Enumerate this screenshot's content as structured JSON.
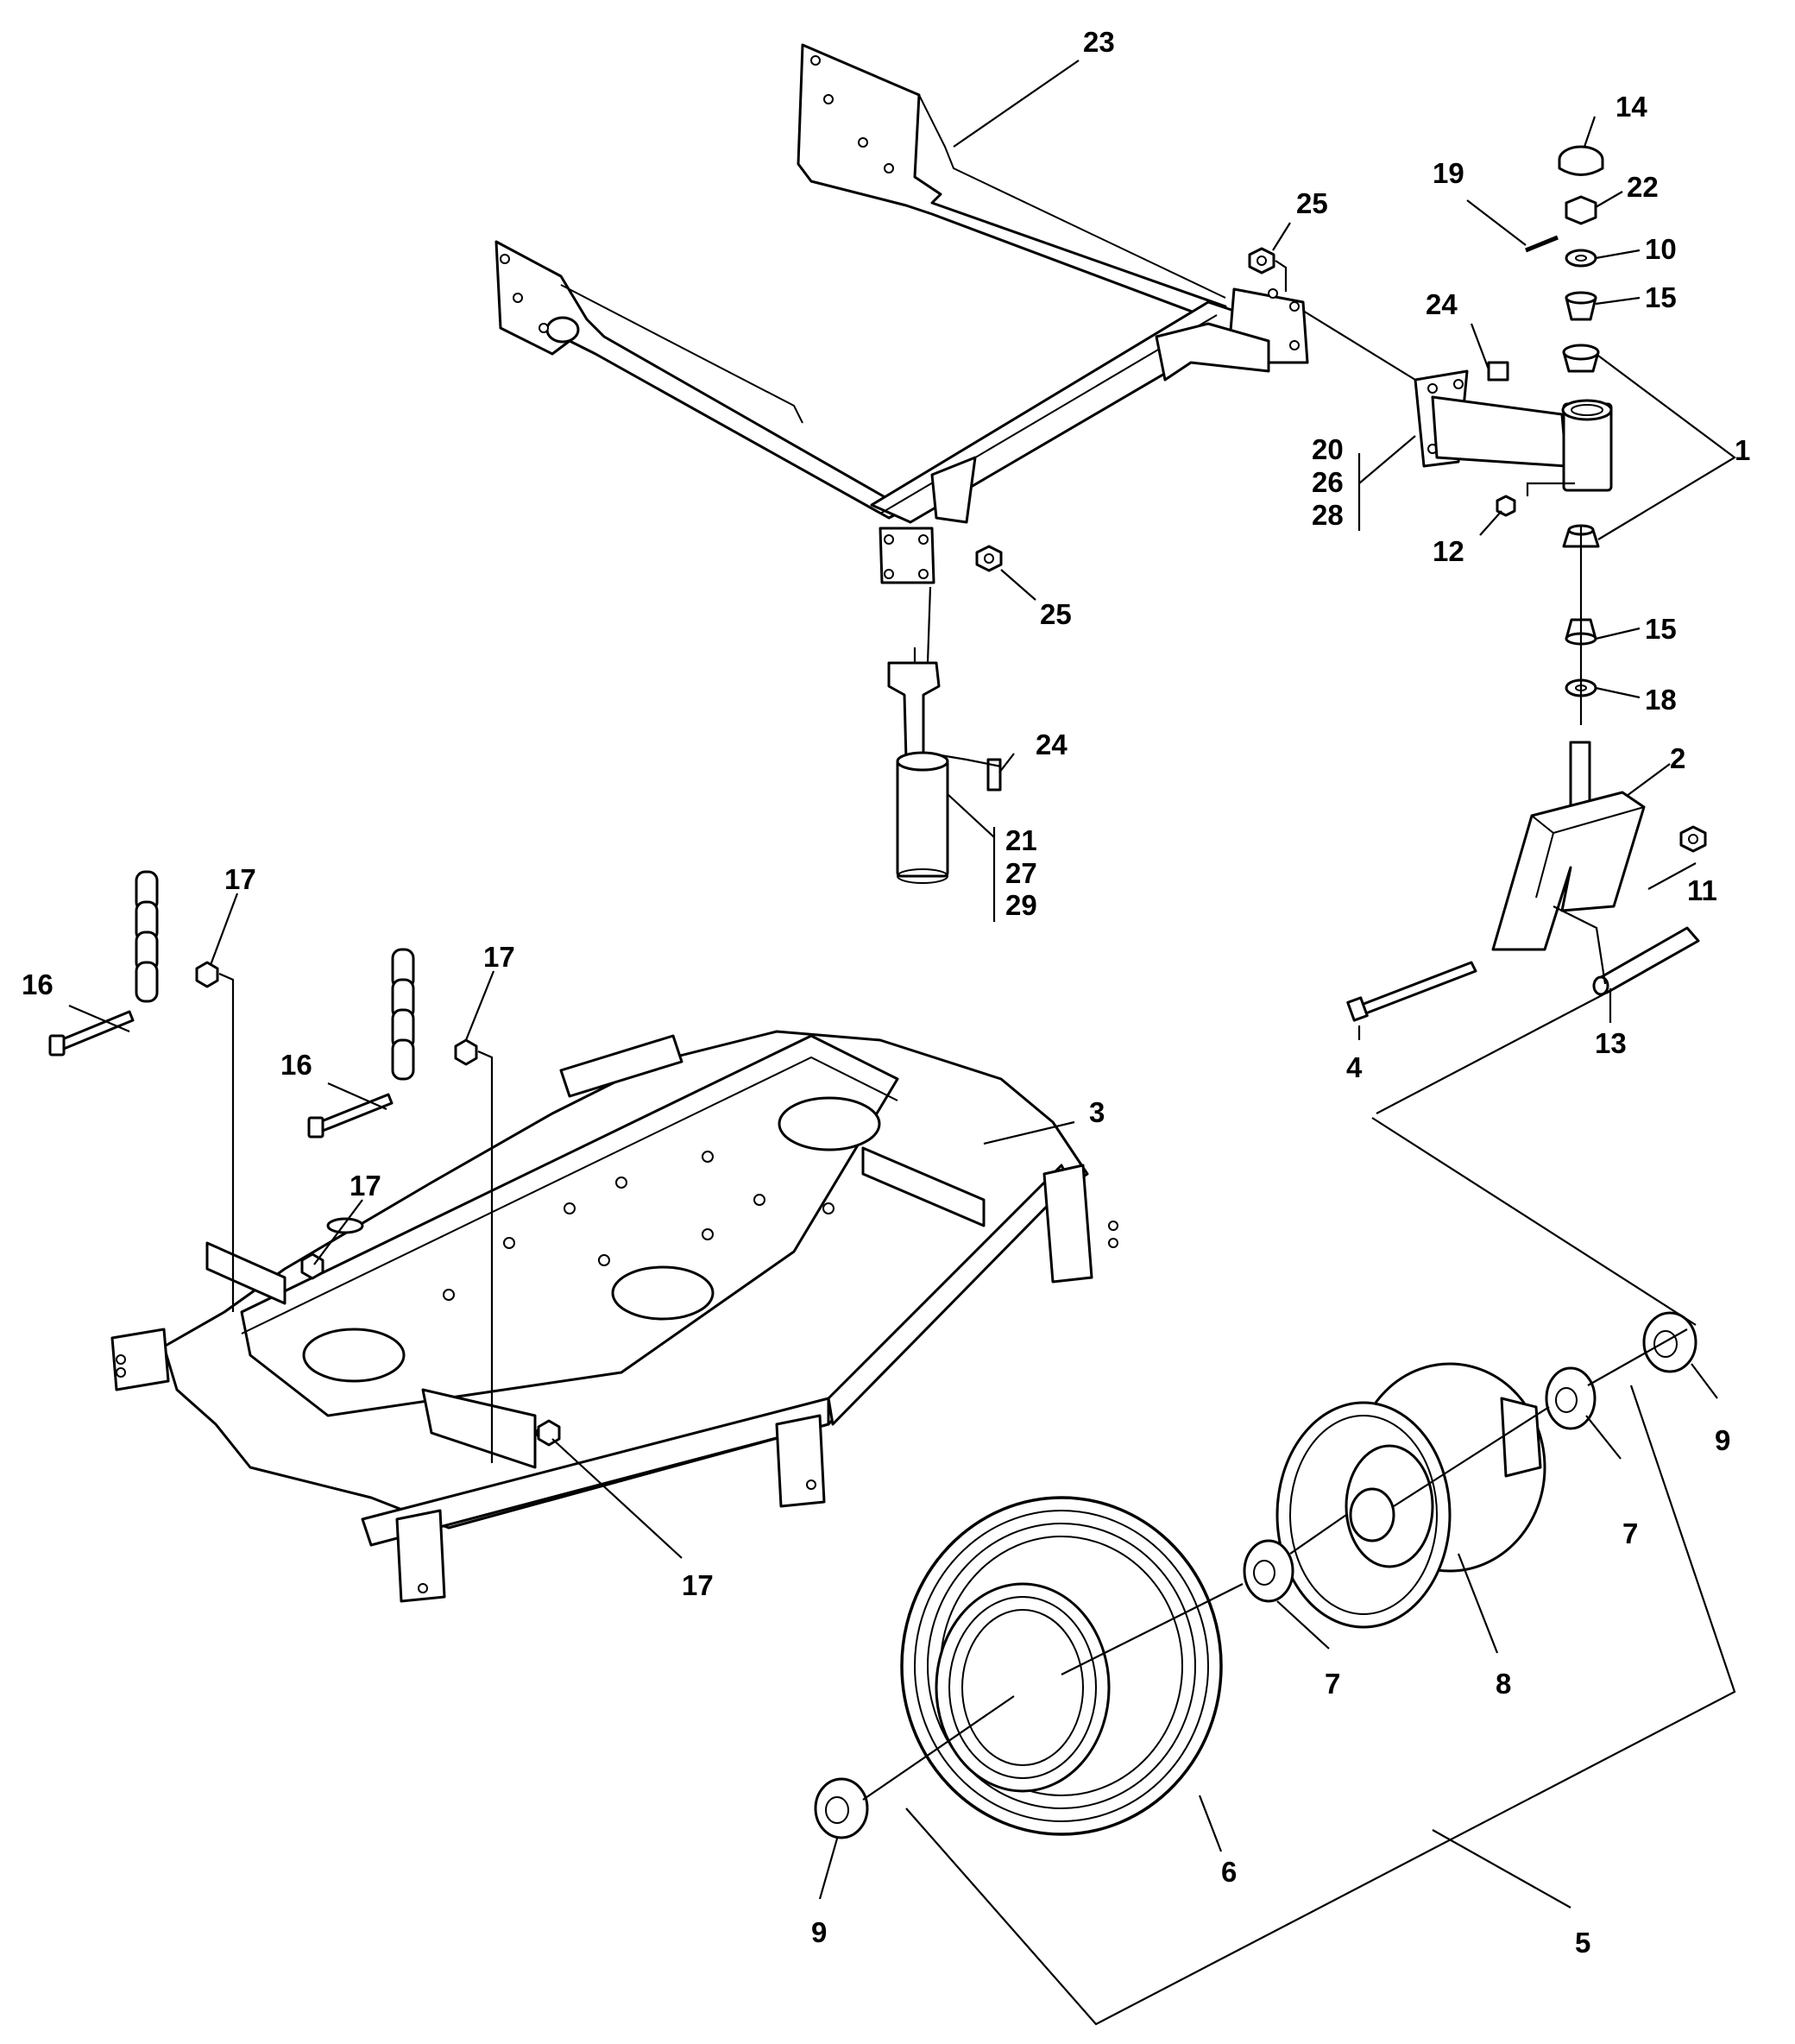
{
  "diagram": {
    "colors": {
      "line": "#000000",
      "background": "#ffffff"
    },
    "callouts": [
      {
        "id": "c23",
        "text": "23"
      },
      {
        "id": "c14",
        "text": "14"
      },
      {
        "id": "c19",
        "text": "19"
      },
      {
        "id": "c22",
        "text": "22"
      },
      {
        "id": "c25a",
        "text": "25"
      },
      {
        "id": "c10",
        "text": "10"
      },
      {
        "id": "c15a",
        "text": "15"
      },
      {
        "id": "c24a",
        "text": "24"
      },
      {
        "id": "c1",
        "text": "1"
      },
      {
        "id": "c20",
        "text": "20"
      },
      {
        "id": "c26",
        "text": "26"
      },
      {
        "id": "c28",
        "text": "28"
      },
      {
        "id": "c12",
        "text": "12"
      },
      {
        "id": "c25b",
        "text": "25"
      },
      {
        "id": "c15b",
        "text": "15"
      },
      {
        "id": "c18",
        "text": "18"
      },
      {
        "id": "c24b",
        "text": "24"
      },
      {
        "id": "c2",
        "text": "2"
      },
      {
        "id": "c21",
        "text": "21"
      },
      {
        "id": "c27",
        "text": "27"
      },
      {
        "id": "c29",
        "text": "29"
      },
      {
        "id": "c11",
        "text": "11"
      },
      {
        "id": "c17a",
        "text": "17"
      },
      {
        "id": "c16a",
        "text": "16"
      },
      {
        "id": "c17b",
        "text": "17"
      },
      {
        "id": "c16b",
        "text": "16"
      },
      {
        "id": "c4",
        "text": "4"
      },
      {
        "id": "c13",
        "text": "13"
      },
      {
        "id": "c3",
        "text": "3"
      },
      {
        "id": "c17c",
        "text": "17"
      },
      {
        "id": "c9a",
        "text": "9"
      },
      {
        "id": "c7a",
        "text": "7"
      },
      {
        "id": "c17d",
        "text": "17"
      },
      {
        "id": "c7b",
        "text": "7"
      },
      {
        "id": "c8",
        "text": "8"
      },
      {
        "id": "c6",
        "text": "6"
      },
      {
        "id": "c9b",
        "text": "9"
      },
      {
        "id": "c5",
        "text": "5"
      }
    ]
  }
}
